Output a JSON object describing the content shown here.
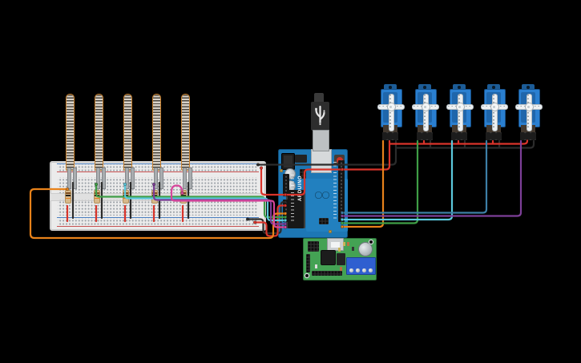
{
  "canvas": {
    "background": "#000000"
  },
  "arduino": {
    "name": "Arduino Uno",
    "logo_text": "ARDUINO",
    "board_color": "#1d77b5"
  },
  "breadboard": {
    "name": "full-size breadboard",
    "rail_plus_color": "#c65050",
    "rail_minus_color": "#4a7fc0"
  },
  "flex_sensors": {
    "name": "flex sensor",
    "count": 5,
    "outline_color": "#c8802c"
  },
  "resistors": {
    "name": "resistor",
    "count": 5,
    "bands": [
      "brown",
      "black",
      "orange"
    ]
  },
  "servos": {
    "name": "micro servo",
    "count": 5,
    "body_color": "#2a7fd0"
  },
  "driver_board": {
    "name": "green driver PCB",
    "terminal_color": "#2f5fd0"
  },
  "usb_cable": {
    "name": "USB plug"
  },
  "wire_colors": {
    "orange": "#e8821a",
    "red": "#d9342b",
    "black": "#2b2b2b",
    "green": "#3f9e46",
    "cyan": "#5bc8dc",
    "teal": "#3d7fa6",
    "purple": "#7d3f98",
    "magenta": "#d6459a"
  }
}
